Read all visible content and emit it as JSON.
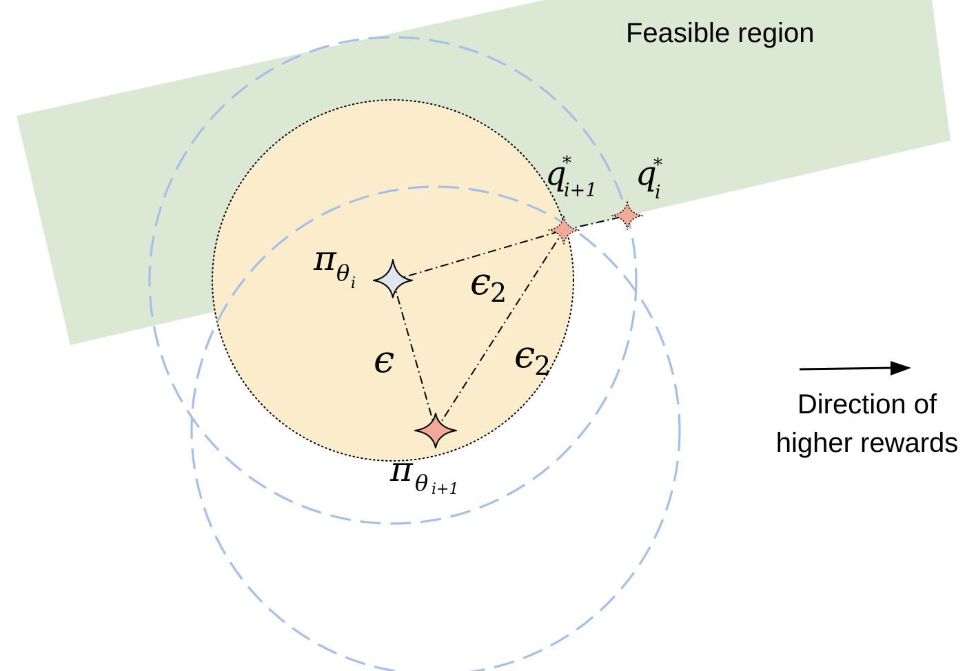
{
  "labels": {
    "feasible_region": "Feasible region",
    "direction_line1": "Direction of",
    "direction_line2": "higher rewards",
    "pi_symbol": "π",
    "theta_symbol": "θ",
    "sub_i": "i",
    "sub_i_plus_1": "i+1",
    "q_symbol": "q",
    "star_symbol": "*",
    "epsilon_symbol": "ϵ",
    "two": "2"
  },
  "colors": {
    "feasible_fill": "#dbe8d4",
    "ball_fill": "#fbeccb",
    "dashed_circle": "#a4bfe9",
    "star_current": "#dfe6ef",
    "star_target": "#f2aa98",
    "line": "#000000"
  },
  "icons": {
    "pi_theta_i_marker": "four-point-star-icon",
    "pi_theta_i_plus_1_marker": "four-point-star-icon",
    "q_i_plus_1_marker": "four-point-star-icon",
    "q_i_marker": "four-point-star-icon",
    "direction_arrow": "right-arrow-icon"
  }
}
